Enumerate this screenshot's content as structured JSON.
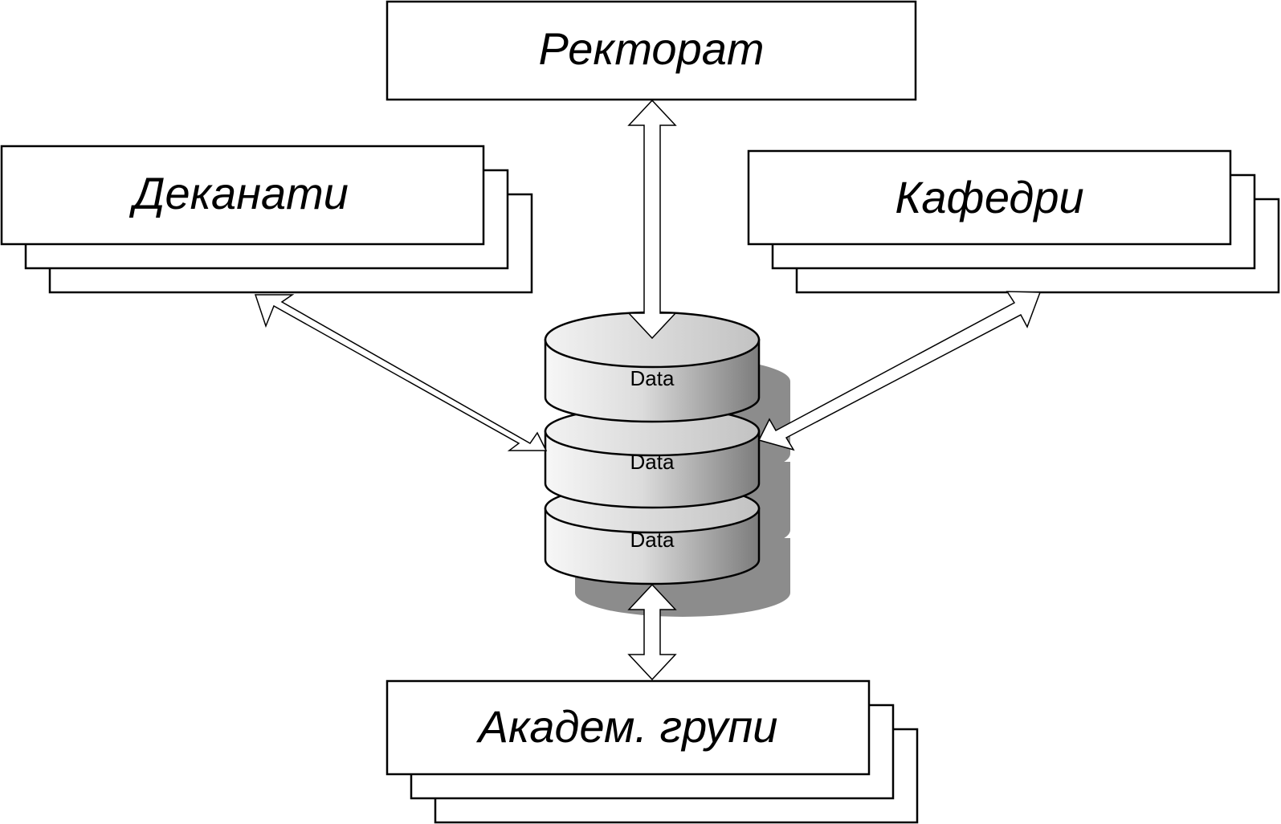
{
  "nodes": {
    "rectorate": {
      "label": "Ректорат"
    },
    "deaneries": {
      "label": "Деканати"
    },
    "departments": {
      "label": "Кафедри"
    },
    "groups": {
      "label": "Академ. групи"
    }
  },
  "database": {
    "disks": [
      {
        "label": "Data"
      },
      {
        "label": "Data"
      },
      {
        "label": "Data"
      }
    ]
  },
  "colors": {
    "stroke": "#000000",
    "fill": "#ffffff",
    "shadow": "#8c8c8c",
    "disk_light": "#f2f2f2",
    "disk_dark": "#7a7a7a"
  }
}
